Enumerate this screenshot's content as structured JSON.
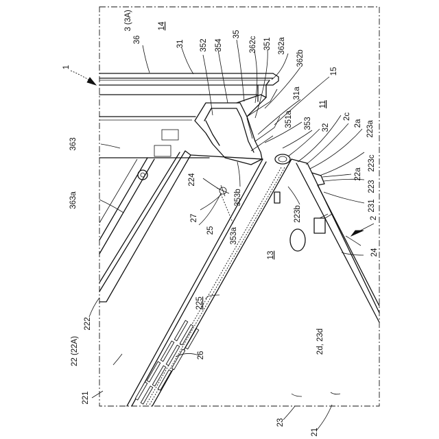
{
  "labels": {
    "l1": "1",
    "l3": "3 (3A)",
    "l14": "14",
    "l36": "36",
    "l31": "31",
    "l352": "352",
    "l354": "354",
    "l35": "35",
    "l362c": "362c",
    "l351": "351",
    "l362a": "362a",
    "l362b": "362b",
    "l15": "15",
    "l31a": "31a",
    "l11": "11",
    "l351a": "351a",
    "l353": "353",
    "l32": "32",
    "l2c": "2c",
    "l2a": "2a",
    "l223a": "223a",
    "l363": "363",
    "l223c": "223c",
    "l22a": "22a",
    "l223": "223",
    "l224": "224",
    "l223b": "223b",
    "l231": "231",
    "l363a": "363a",
    "l27": "27",
    "l25": "25",
    "l353b": "353b",
    "l2": "2",
    "l353a": "353a",
    "l13": "13",
    "l24": "24",
    "l222": "222",
    "l225": "225",
    "l22": "22 (22A)",
    "l2d23d": "2d, 23d",
    "l26": "26",
    "l221": "221",
    "l23": "23",
    "l21": "21"
  }
}
